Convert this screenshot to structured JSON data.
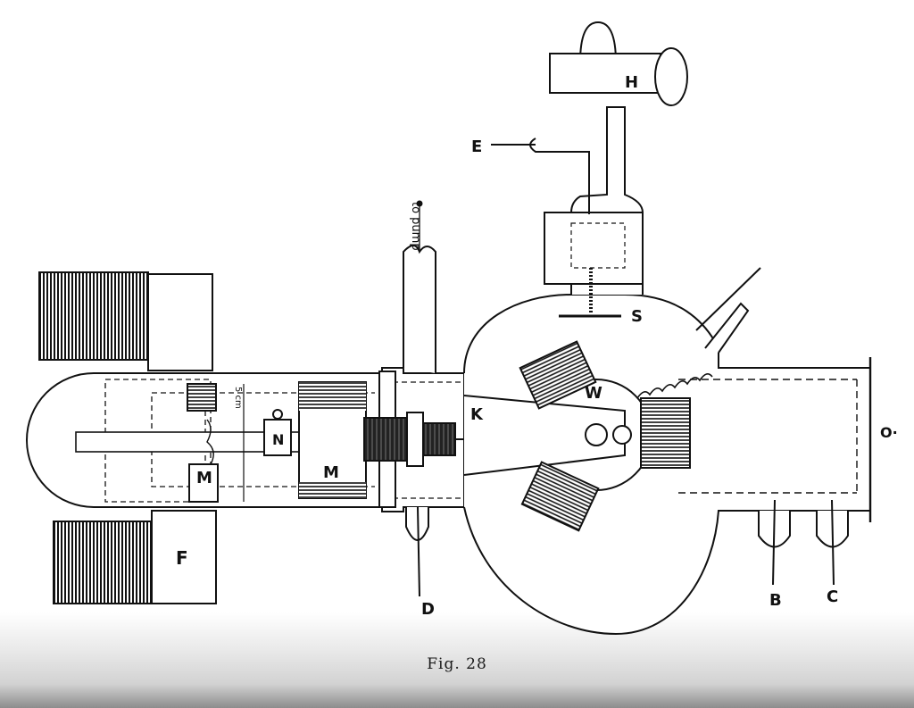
{
  "figure": {
    "caption": "Fig. 28",
    "labels": {
      "H": "H",
      "E": "E",
      "S": "S",
      "W": "W",
      "K": "K",
      "N": "N",
      "M_left": "M",
      "M_center": "M",
      "F": "F",
      "D": "D",
      "B": "B",
      "C": "C",
      "O": "O·"
    },
    "pump_label": "to pump",
    "dimension_label": "5 cm"
  }
}
